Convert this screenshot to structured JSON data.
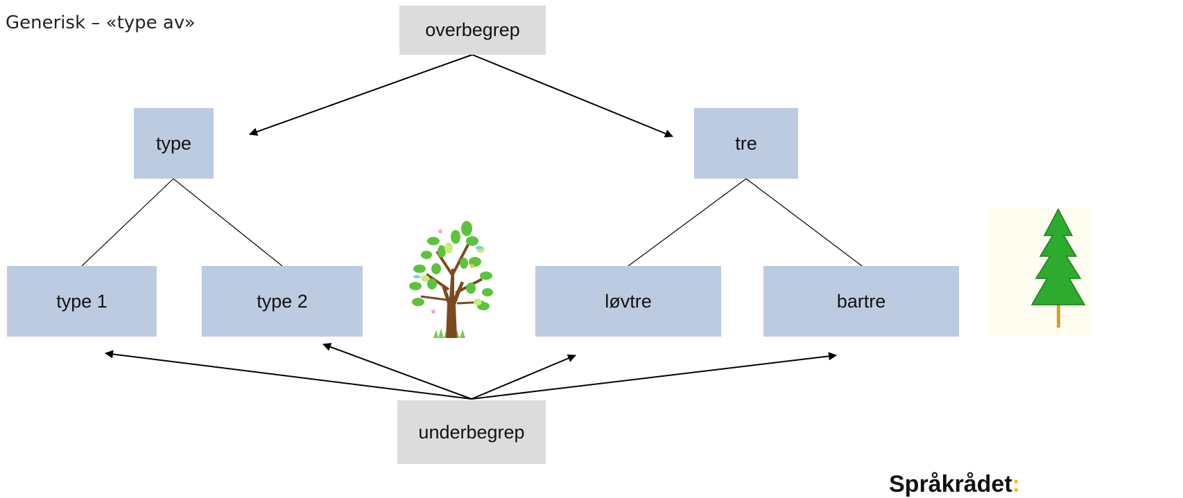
{
  "title": "Generisk – «type av»",
  "nodes": {
    "overbegrep": "overbegrep",
    "type": "type",
    "tre": "tre",
    "type1": "type 1",
    "type2": "type 2",
    "lovtre": "løvtre",
    "bartre": "bartre",
    "underbegrep": "underbegrep"
  },
  "logo": {
    "text": "Språkrådet",
    "mark": ":"
  },
  "colors": {
    "concept_box": "#dcdcdc",
    "node_box": "#bccbe0",
    "leaf_green": "#5cc33a",
    "trunk_brown": "#7a4a1e",
    "pine_green": "#2eaa2e"
  }
}
